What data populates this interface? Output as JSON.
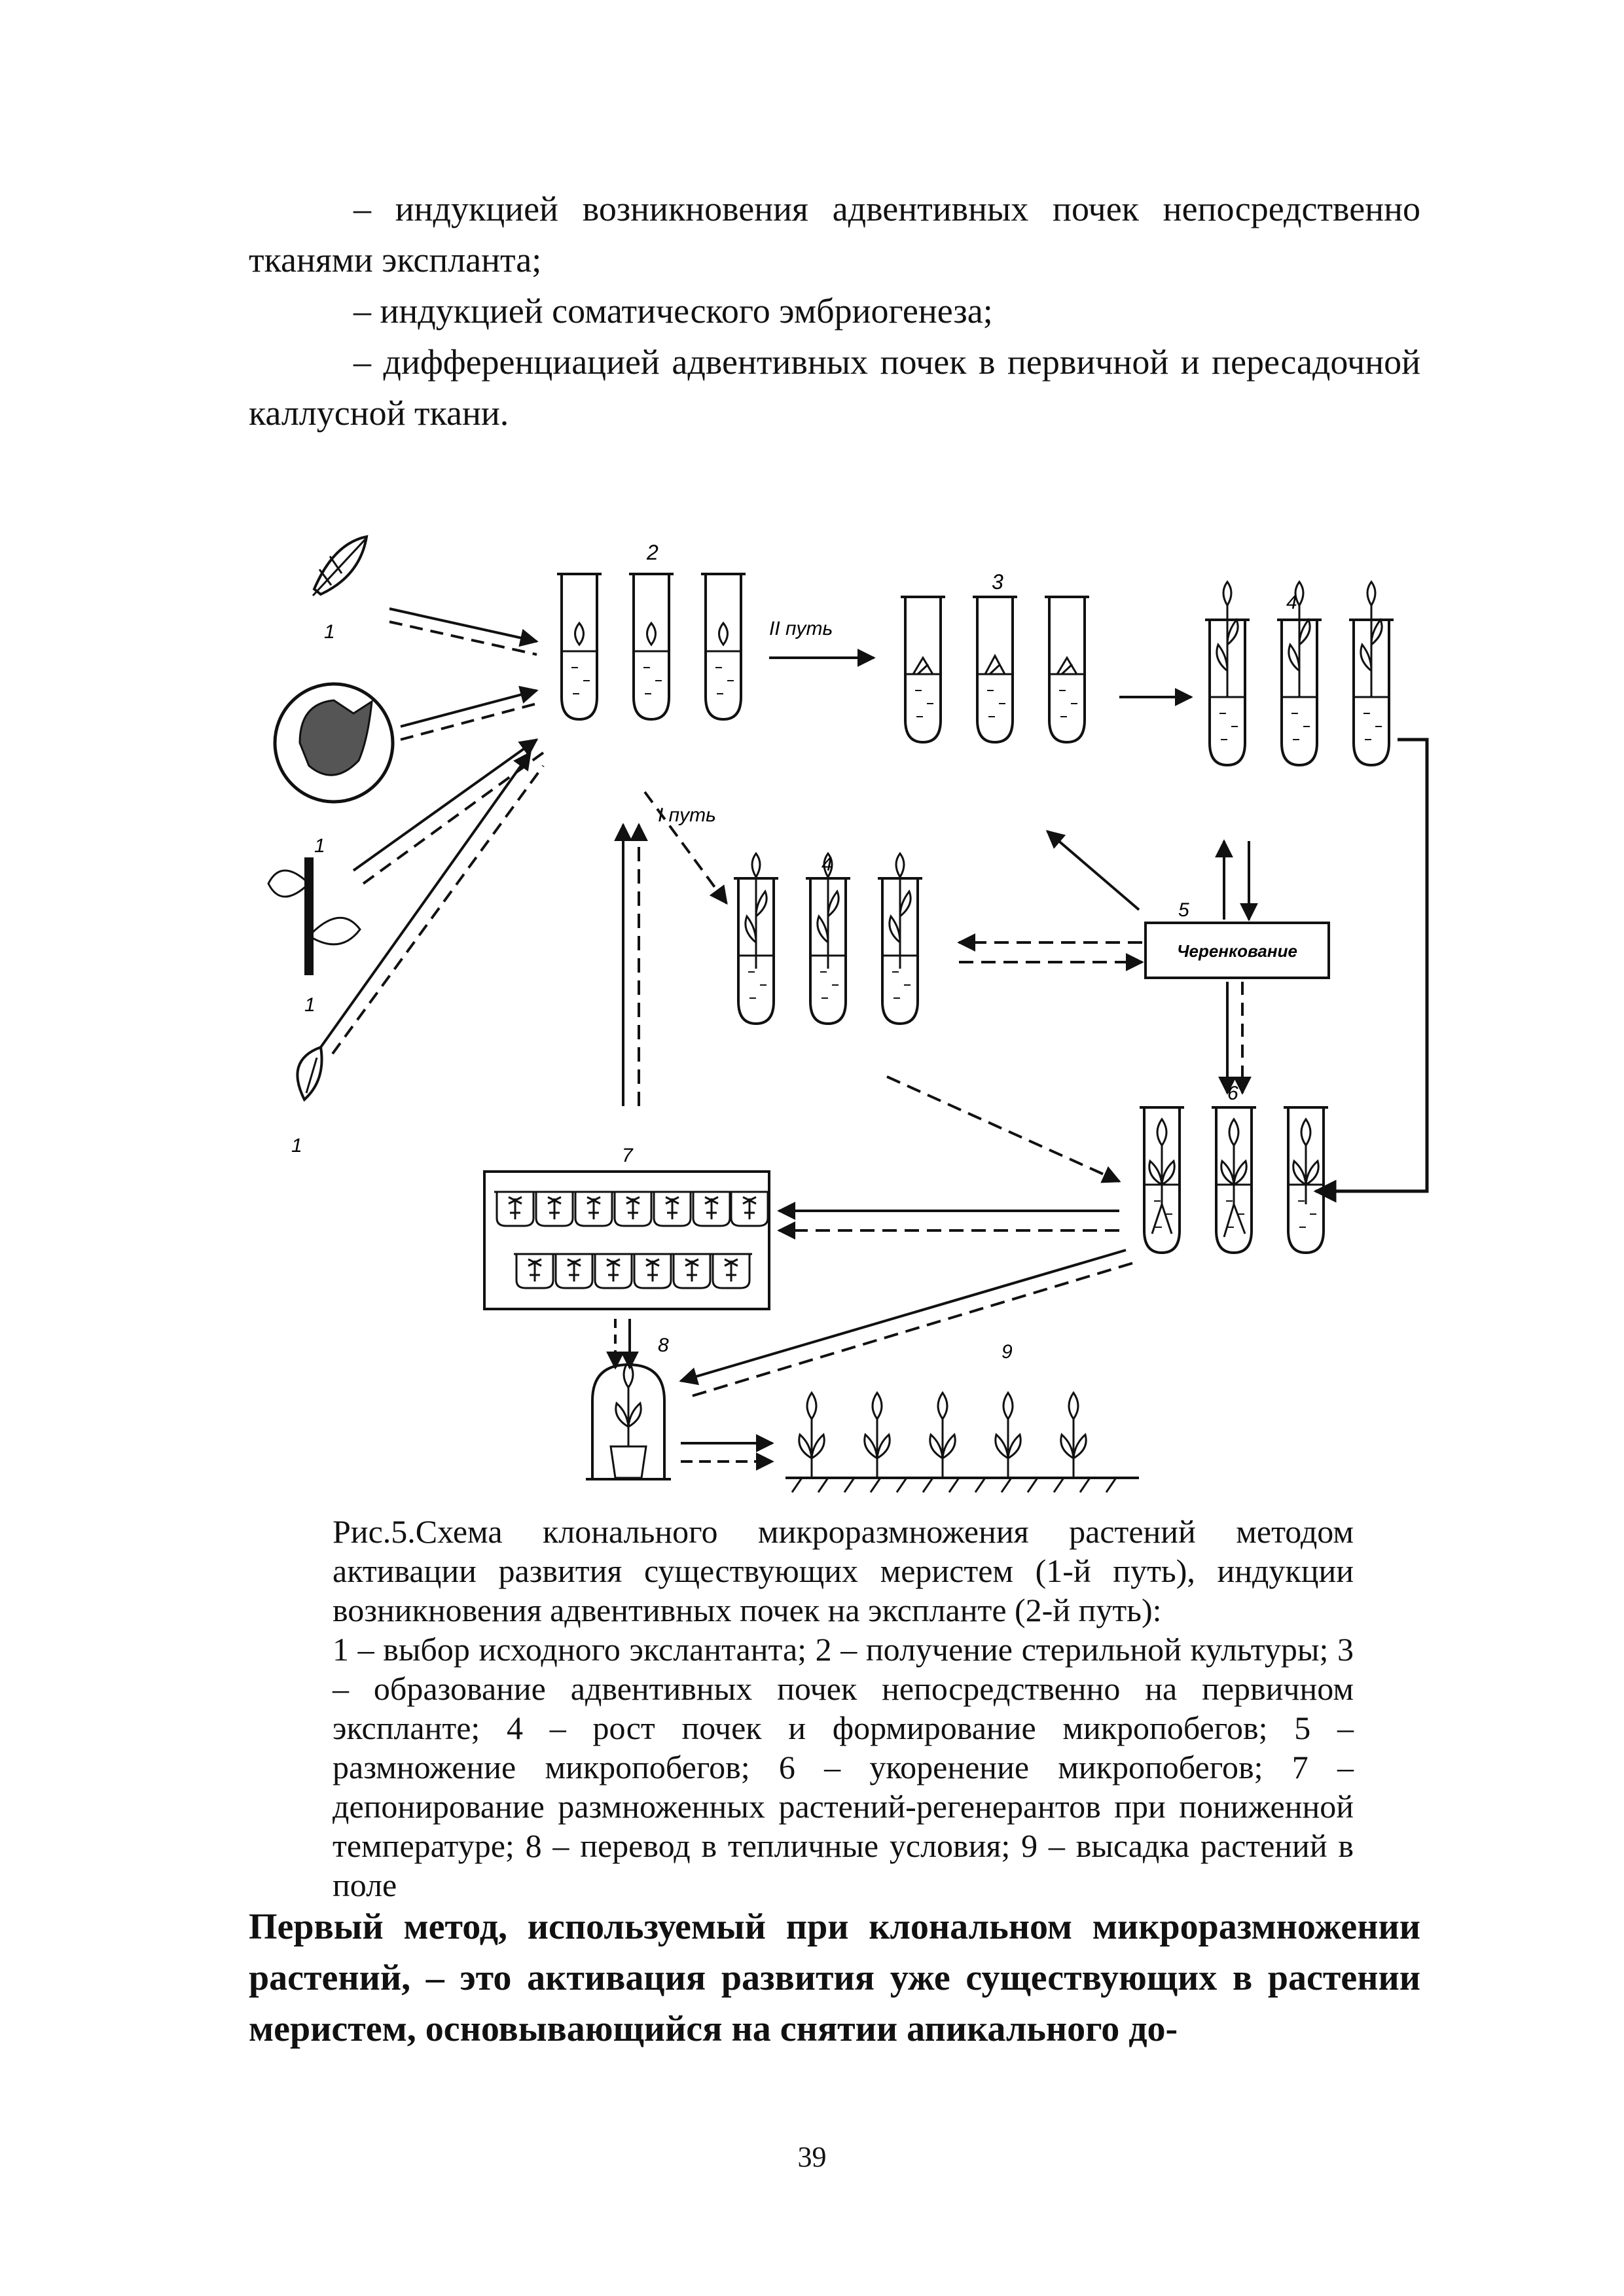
{
  "paragraphs": [
    "– индукцией возникновения адвентивных почек непосредственно тканями экспланта;",
    "– индукцией соматического эмбриогенеза;",
    "– дифференциацией адвентивных почек в первичной и пересадочной каллусной ткани."
  ],
  "figure": {
    "numbers": {
      "n1": "1",
      "n2": "2",
      "n3": "3",
      "n4": "4",
      "n5": "5",
      "n6": "6",
      "n7": "7",
      "n8": "8",
      "n9": "9"
    },
    "path1": "I путь",
    "path2": "II путь",
    "box_label": "Черенкование"
  },
  "caption": {
    "intro": "Рис.5.Схема клонального микроразмножения растений методом активации развития существующих меристем (1-й путь), индукции возникновения адвентивных почек на экспланте (2-й путь):",
    "legend": "1 – выбор исходного экслантанта; 2 – получение стерильной культуры; 3 – образование адвентивных почек непосредственно на первичном экспланте; 4 – рост почек и формирование микропобегов; 5 – размножение микропобегов; 6 – укоренение микропобегов; 7 – депонирование размноженных растений-регенерантов при пониженной температуре; 8 – перевод в тепличные условия; 9 – высадка растений в поле"
  },
  "bold_paragraph": "Первый метод, используемый при клональном микроразмножении растений, – это активация развития уже существующих в растении меристем, основывающийся на снятии апикального до-",
  "page_number": "39"
}
